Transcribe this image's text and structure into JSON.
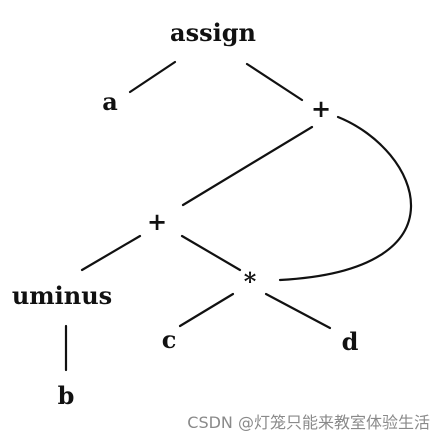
{
  "nodes": {
    "assign": "assign",
    "a": "a",
    "plus_top": "+",
    "plus_mid": "+",
    "uminus": "uminus",
    "star": "*",
    "b": "b",
    "c": "c",
    "d": "d"
  },
  "watermark": "CSDN @灯笼只能来教室体验生活"
}
